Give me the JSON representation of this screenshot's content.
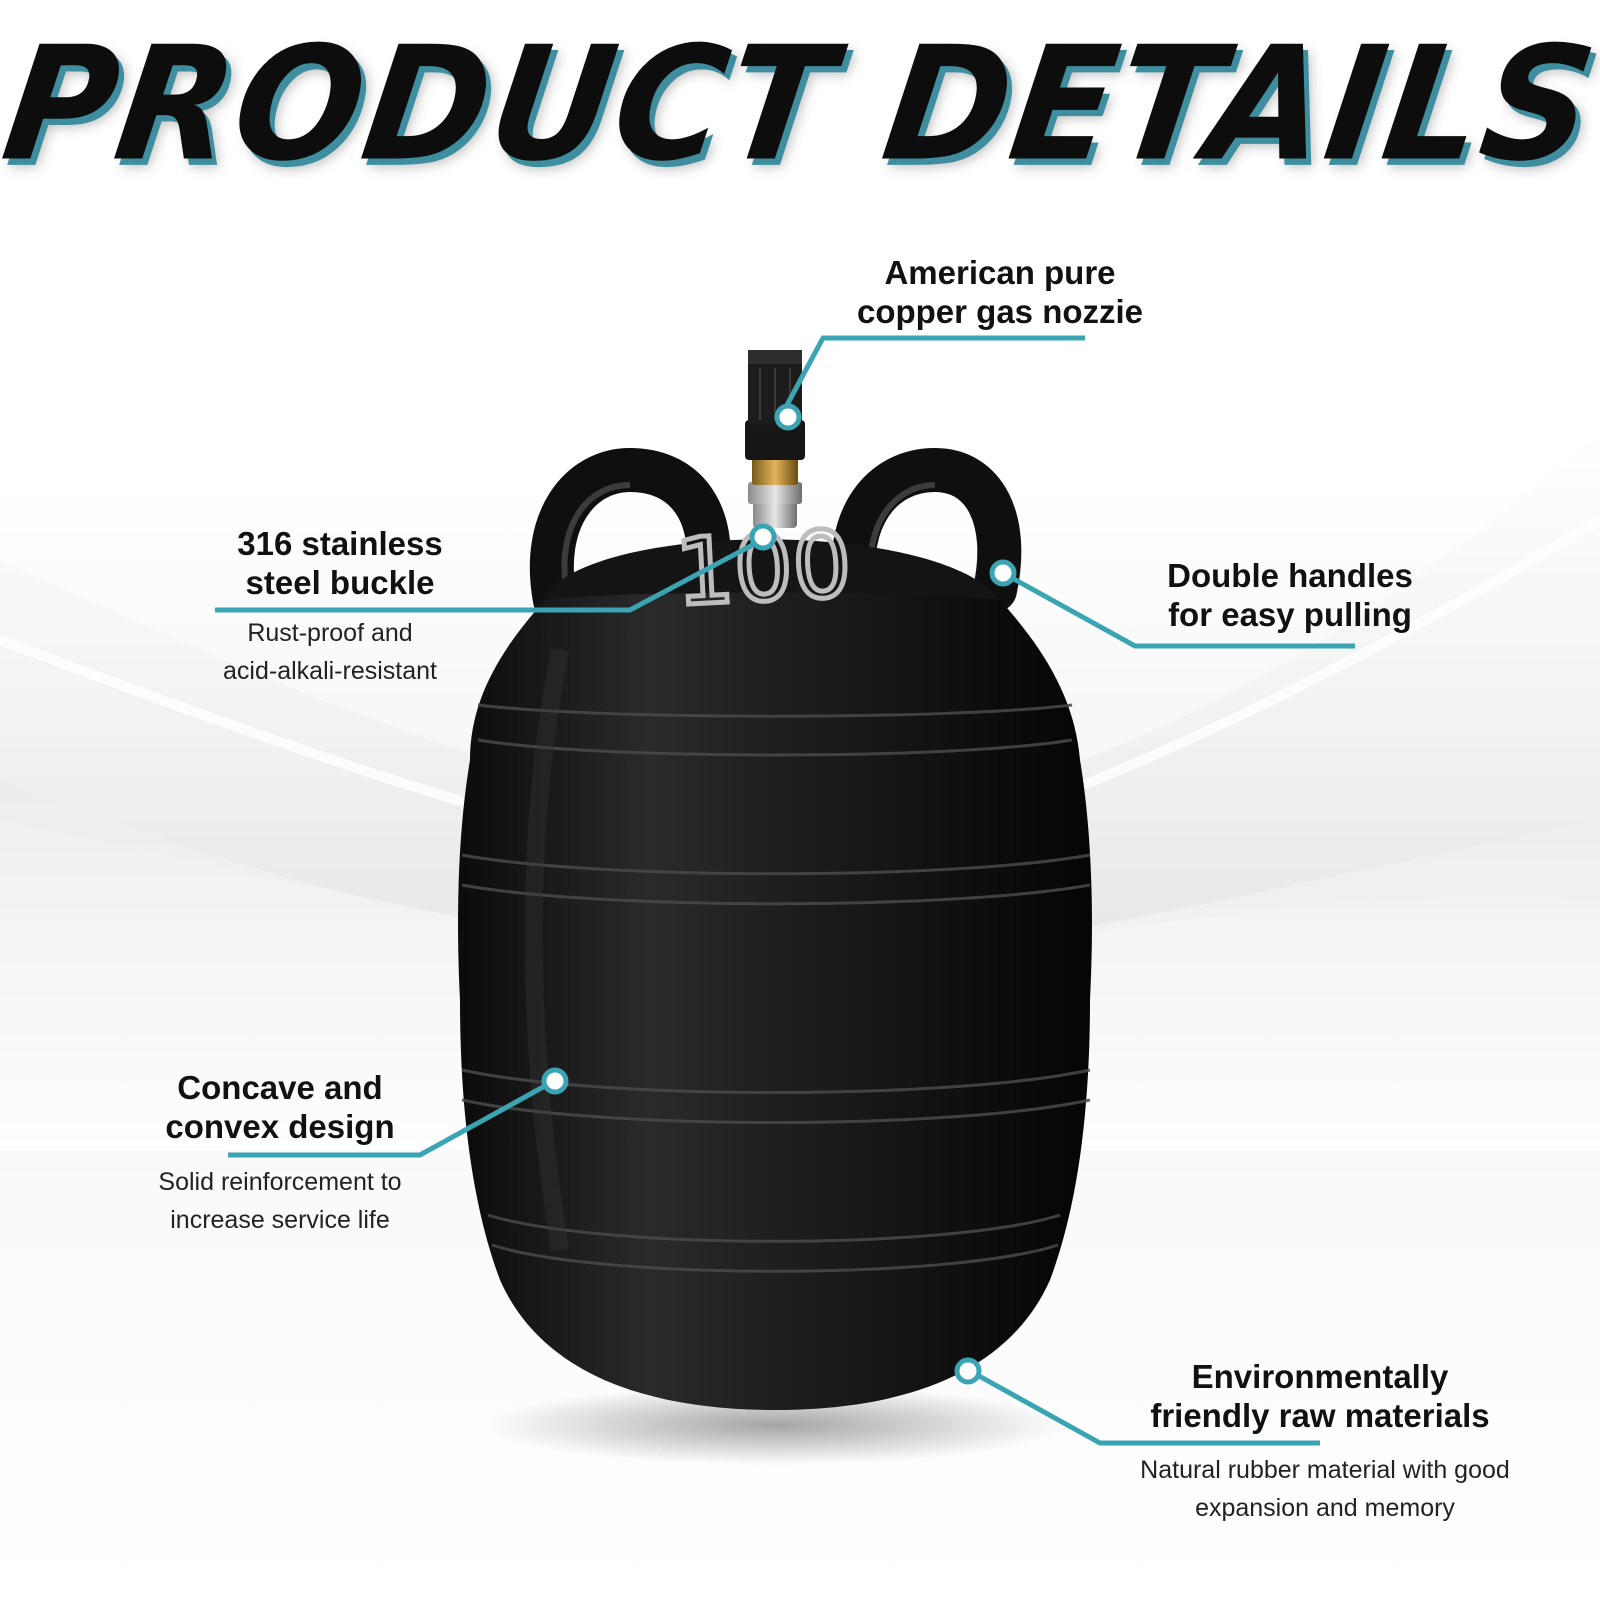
{
  "page": {
    "title": "PRODUCT DETAILS",
    "accent_color": "#3aa4b2",
    "title_shadow_color": "#3e8ea0"
  },
  "product": {
    "name_icon": "inflatable-pipe-plug",
    "body_marking": "100"
  },
  "callouts": [
    {
      "id": "nozzle",
      "heading": [
        "American pure",
        "copper gas nozzie"
      ],
      "sub": []
    },
    {
      "id": "buckle",
      "heading": [
        "316 stainless",
        "steel buckle"
      ],
      "sub": [
        "Rust-proof and",
        "acid-alkali-resistant"
      ]
    },
    {
      "id": "handles",
      "heading": [
        "Double handles",
        "for easy pulling"
      ],
      "sub": []
    },
    {
      "id": "design",
      "heading": [
        "Concave and",
        "convex design"
      ],
      "sub": [
        "Solid reinforcement to",
        "increase service life"
      ]
    },
    {
      "id": "materials",
      "heading": [
        "Environmentally",
        "friendly raw materials"
      ],
      "sub": [
        "Natural rubber material with good",
        "expansion and memory"
      ]
    }
  ]
}
